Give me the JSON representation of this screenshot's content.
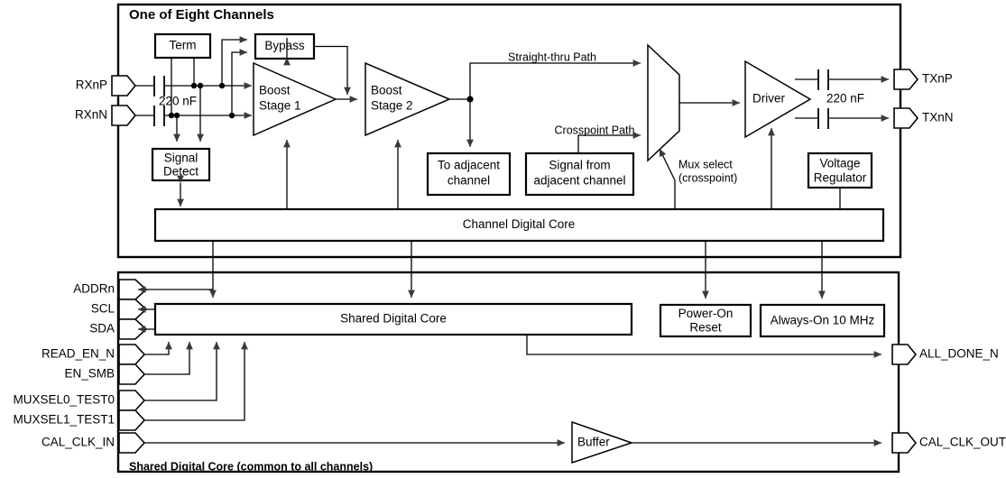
{
  "diagram": {
    "title_channel": "One of Eight Channels",
    "title_shared": "Shared Digital Core (common to all channels)"
  },
  "channel": {
    "blocks": {
      "term": "Term",
      "bypass": "Bypass",
      "signal_detect_line1": "Signal",
      "signal_detect_line2": "Detect",
      "boost1_line1": "Boost",
      "boost1_line2": "Stage 1",
      "boost2_line1": "Boost",
      "boost2_line2": "Stage 2",
      "to_adjacent_line1": "To adjacent",
      "to_adjacent_line2": "channel",
      "signal_from_line1": "Signal from",
      "signal_from_line2": "adjacent channel",
      "driver": "Driver",
      "voltage_reg_line1": "Voltage",
      "voltage_reg_line2": "Regulator",
      "channel_digital_core": "Channel Digital Core"
    },
    "labels": {
      "cap_in": "220 nF",
      "cap_out": "220 nF",
      "straight_thru": "Straight-thru Path",
      "crosspoint": "Crosspoint Path",
      "mux_select_line1": "Mux select",
      "mux_select_line2": "(crosspoint)"
    },
    "pins_left": [
      {
        "name": "RXnP",
        "type": "input"
      },
      {
        "name": "RXnN",
        "type": "input"
      }
    ],
    "pins_right": [
      {
        "name": "TXnP",
        "type": "output"
      },
      {
        "name": "TXnN",
        "type": "output"
      }
    ]
  },
  "shared": {
    "blocks": {
      "shared_digital_core": "Shared Digital Core",
      "power_on_reset_line1": "Power-On",
      "power_on_reset_line2": "Reset",
      "always_on_clock": "Always-On 10 MHz",
      "buffer": "Buffer"
    },
    "pins_left": [
      {
        "name": "ADDRn",
        "type": "bidirectional"
      },
      {
        "name": "SCL",
        "type": "bidirectional"
      },
      {
        "name": "SDA",
        "type": "bidirectional"
      },
      {
        "name": "READ_EN_N",
        "type": "input"
      },
      {
        "name": "EN_SMB",
        "type": "input"
      },
      {
        "name": "MUXSEL0_TEST0",
        "type": "input"
      },
      {
        "name": "MUXSEL1_TEST1",
        "type": "input"
      },
      {
        "name": "CAL_CLK_IN",
        "type": "input"
      }
    ],
    "pins_right": [
      {
        "name": "ALL_DONE_N",
        "type": "output"
      },
      {
        "name": "CAL_CLK_OUT",
        "type": "output"
      }
    ]
  },
  "colors": {
    "line": "#000000",
    "background": "#ffffff",
    "arrow": "#3a3a3a"
  }
}
